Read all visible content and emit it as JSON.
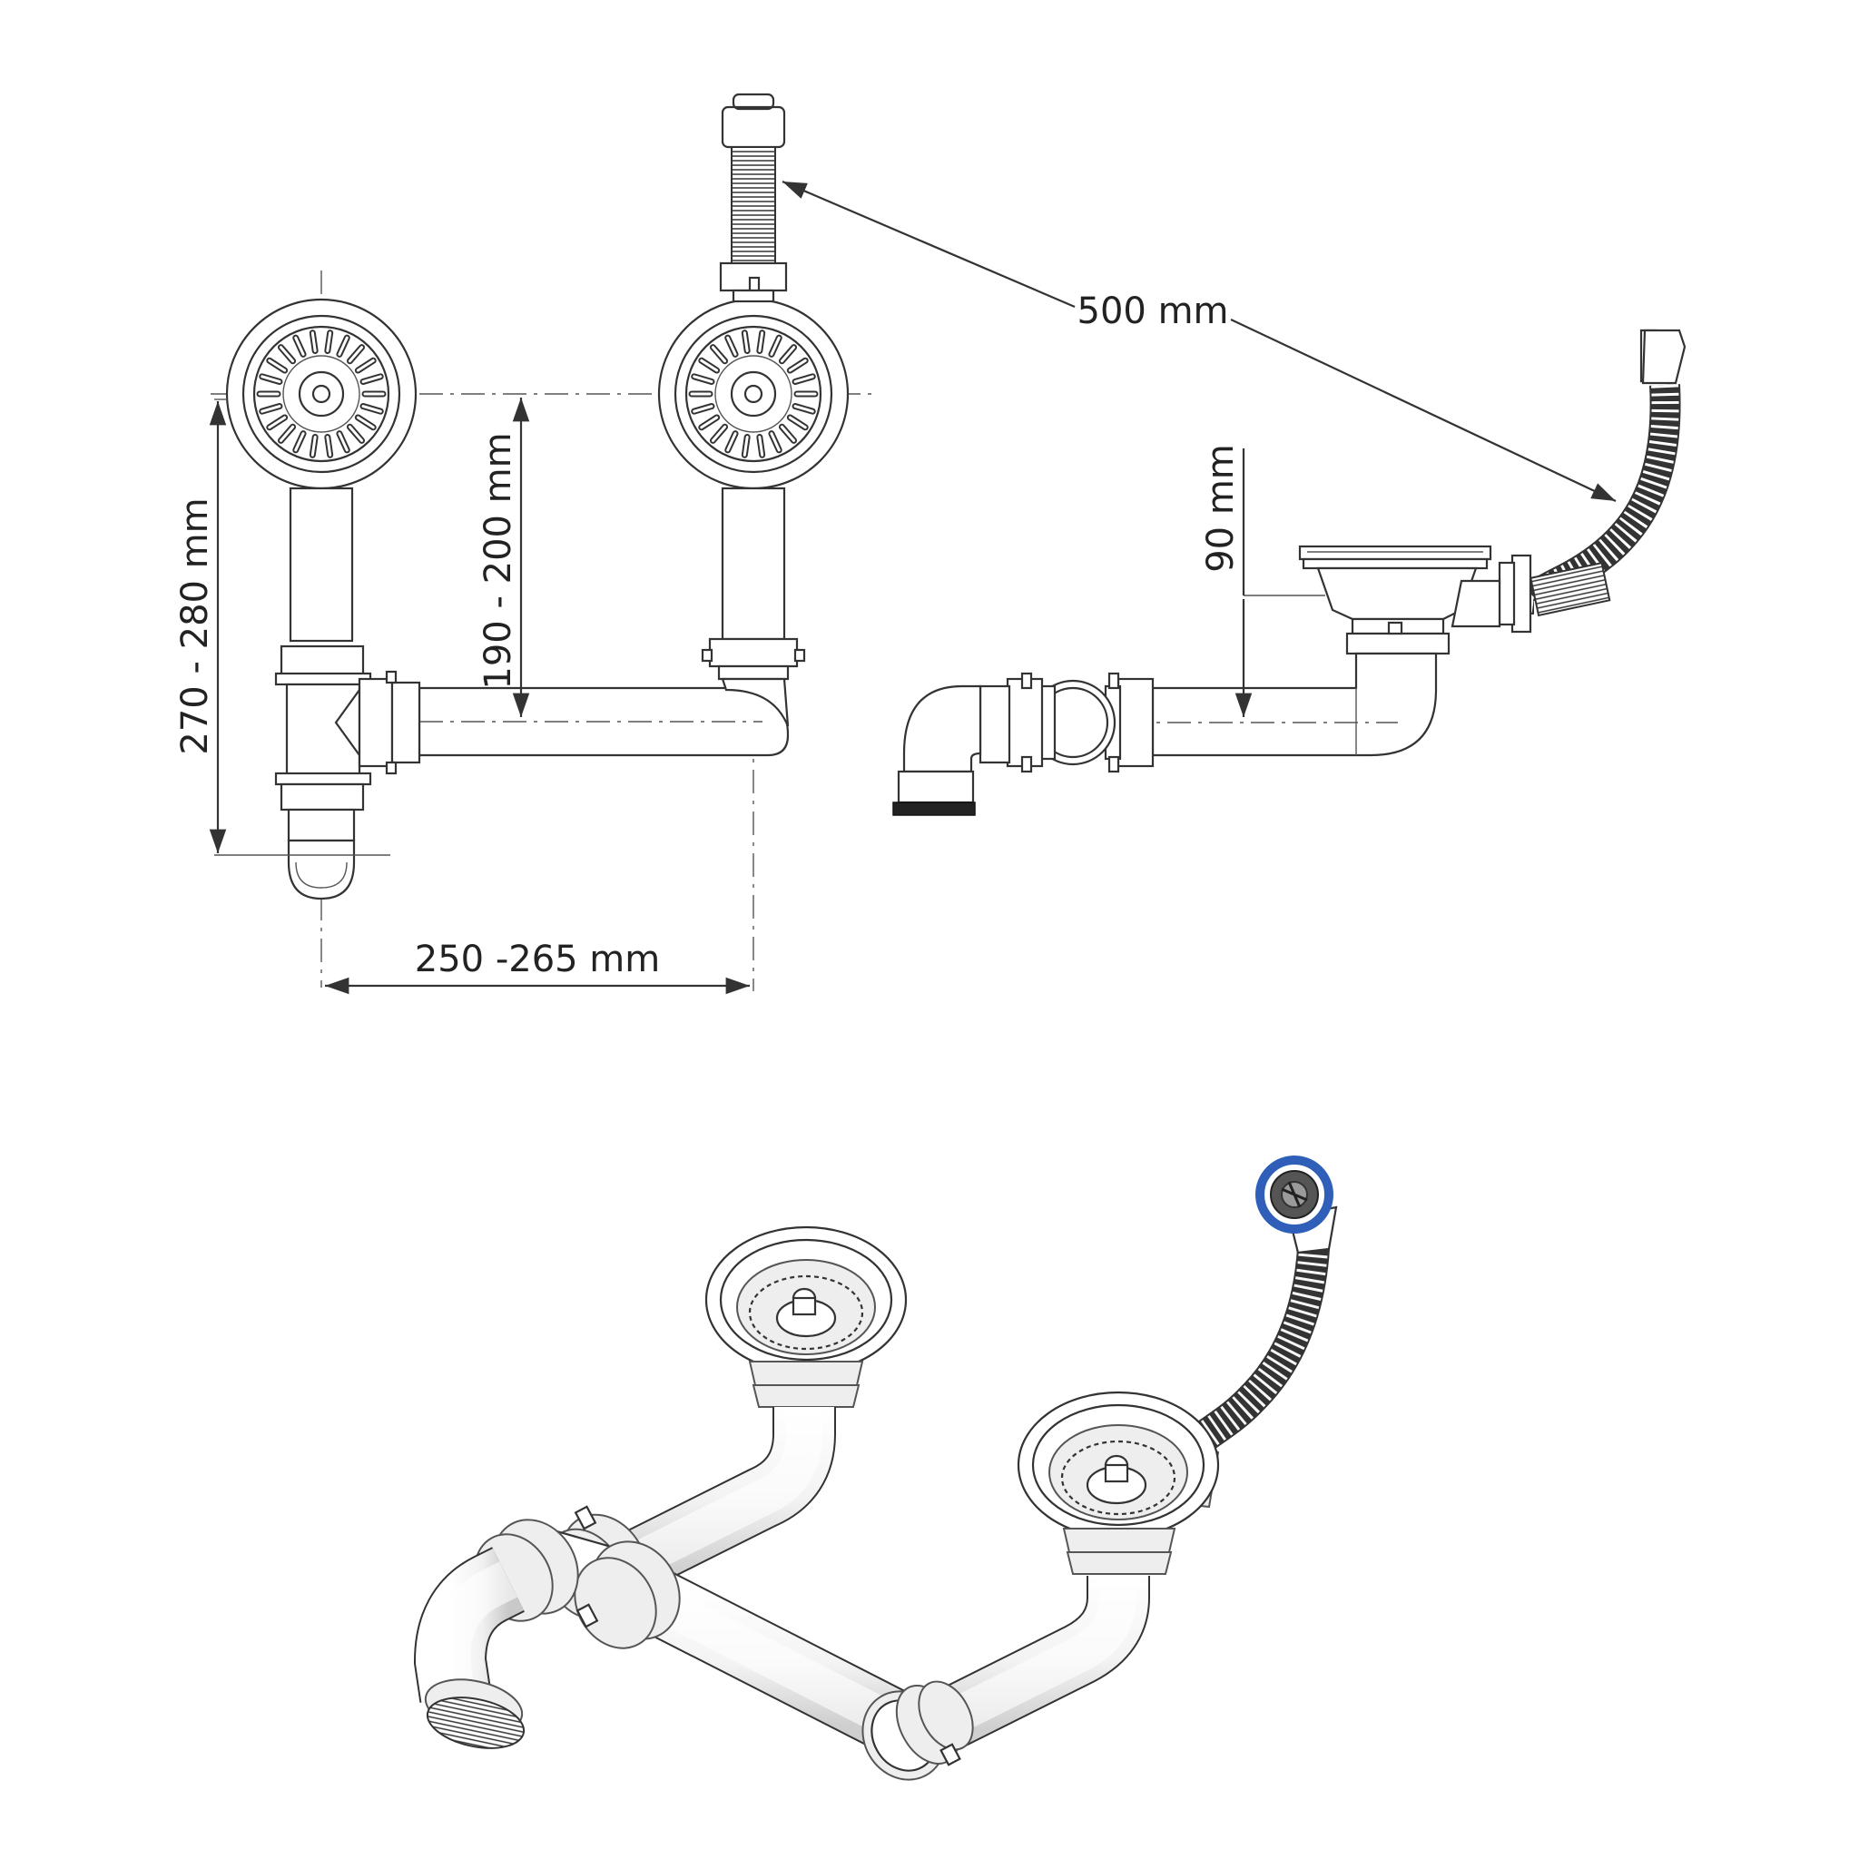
{
  "dimensions": {
    "hose_length": "500 mm",
    "trap_height": "270 - 280 mm",
    "outlet_height": "190 - 200 mm",
    "basin_depth": "90 mm",
    "centre_distance": "250 -265 mm"
  },
  "colors": {
    "stroke": "#333333",
    "overflow_ring": "#2f5fb8"
  }
}
